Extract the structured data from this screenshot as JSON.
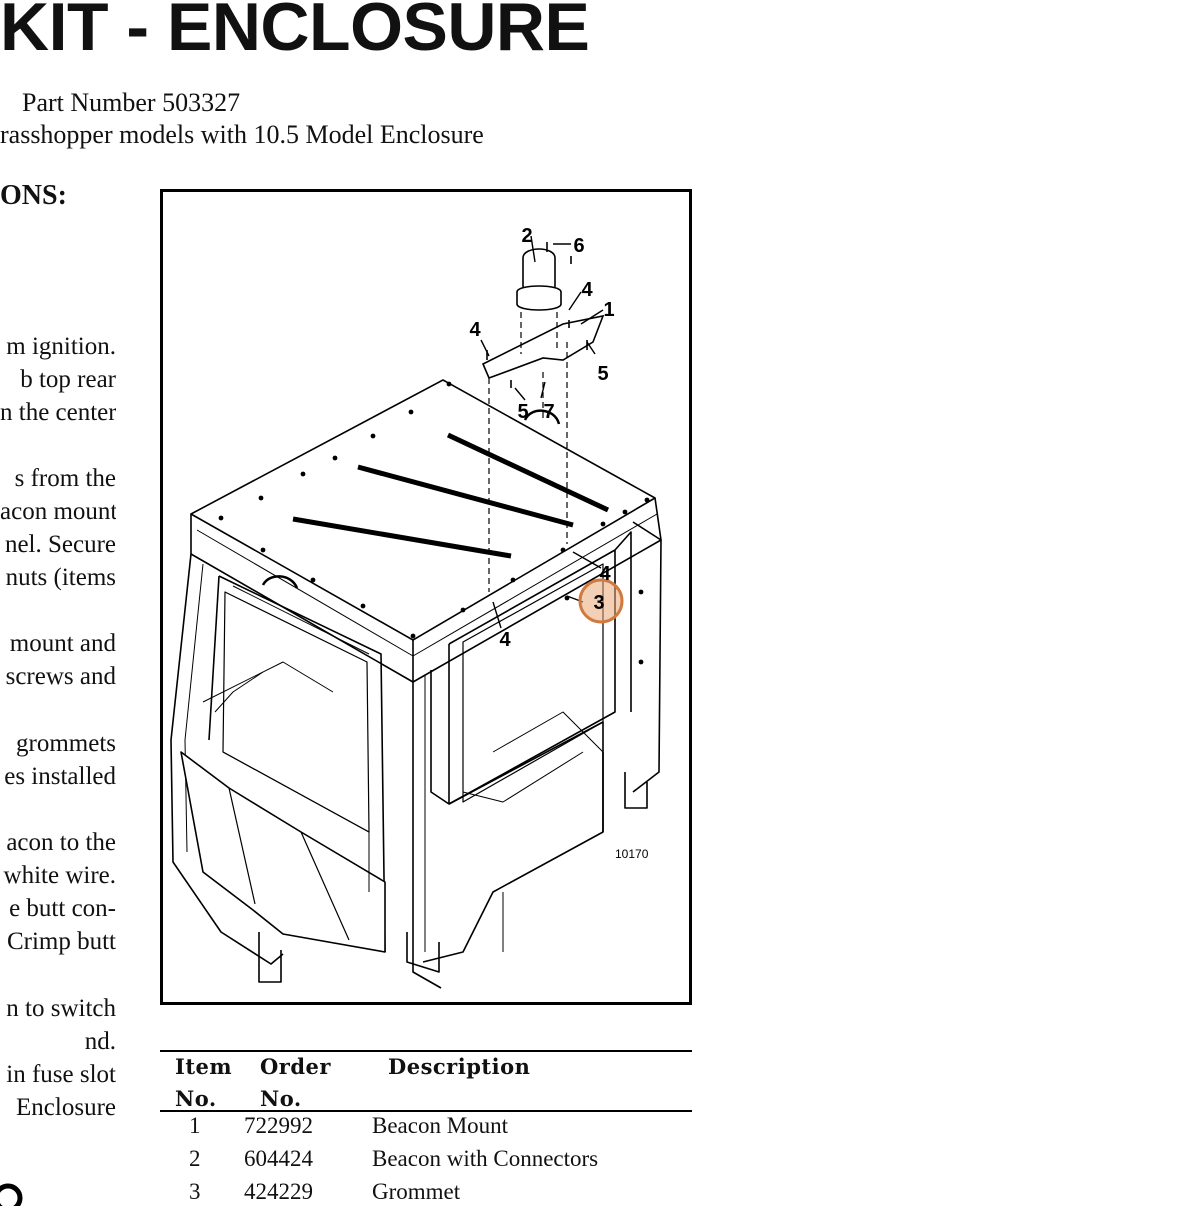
{
  "header": {
    "title": "KIT - ENCLOSURE",
    "part_number": "Part Number 503327",
    "subtitle": "rasshopper models with  10.5 Model Enclosure"
  },
  "section_heading": "ONS:",
  "instructions": [
    {
      "lines": [
        "m ignition.",
        "b top rear",
        "n the center"
      ]
    },
    {
      "lines": [
        "s from the",
        "acon mount",
        "nel.  Secure",
        "nuts (items"
      ]
    },
    {
      "lines": [
        "mount and",
        "screws and"
      ]
    },
    {
      "lines": [
        "grommets",
        "es installed"
      ]
    },
    {
      "lines": [
        "acon to the",
        "white wire.",
        "e butt con-",
        "Crimp butt"
      ]
    },
    {
      "lines": [
        "n to switch",
        "nd.",
        " in fuse slot",
        "Enclosure"
      ]
    }
  ],
  "figure": {
    "callouts": [
      "2",
      "6",
      "4",
      "1",
      "4",
      "5",
      "5",
      "7",
      "4",
      "3",
      "4"
    ],
    "figure_number": "10170",
    "highlighted_callout": "3",
    "highlight_color": "#e8a878"
  },
  "parts_table": {
    "headers": {
      "item_line1": "Item",
      "item_line2": "No.",
      "order_line1": "Order",
      "order_line2": "No.",
      "description": "Description"
    },
    "rows": [
      {
        "item": "1",
        "order": "722992",
        "description": "Beacon Mount"
      },
      {
        "item": "2",
        "order": "604424",
        "description": "Beacon with Connectors"
      },
      {
        "item": "3",
        "order": "424229",
        "description": "Grommet"
      }
    ]
  }
}
